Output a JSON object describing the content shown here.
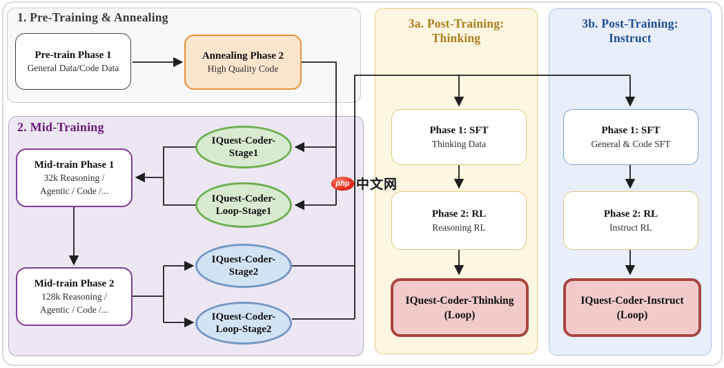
{
  "section1": {
    "title": "1. Pre-Training & Annealing",
    "pretrain": {
      "title": "Pre-train Phase 1",
      "subtitle": "General Data/Code Data"
    },
    "annealing": {
      "title": "Annealing Phase 2",
      "subtitle": "High Quality Code"
    }
  },
  "section2": {
    "title": "2. Mid-Training",
    "phase1": {
      "title": "Mid-train Phase 1",
      "line1": "32k Reasoning /",
      "line2": "Agentic / Code /..."
    },
    "phase2": {
      "title": "Mid-train Phase 2",
      "line1": "128k Reasoning /",
      "line2": "Agentic / Code /..."
    },
    "stage1": {
      "line1": "IQuest-Coder-",
      "line2": "Stage1"
    },
    "loop_stage1": {
      "line1": "IQuest-Coder-",
      "line2": "Loop-Stage1"
    },
    "stage2": {
      "line1": "IQuest-Coder-",
      "line2": "Stage2"
    },
    "loop_stage2": {
      "line1": "IQuest-Coder-",
      "line2": "Loop-Stage2"
    }
  },
  "section3a": {
    "title_line1": "3a. Post-Training:",
    "title_line2": "Thinking",
    "phase1": {
      "title": "Phase 1: SFT",
      "subtitle": "Thinking Data"
    },
    "phase2": {
      "title": "Phase 2: RL",
      "subtitle": "Reasoning RL"
    },
    "result": {
      "line1": "IQuest-Coder-Thinking",
      "line2": "(Loop)"
    }
  },
  "section3b": {
    "title_line1": "3b. Post-Training:",
    "title_line2": "Instruct",
    "phase1": {
      "title": "Phase 1: SFT",
      "subtitle": "General & Code SFT"
    },
    "phase2": {
      "title": "Phase 2: RL",
      "subtitle": "Instruct RL"
    },
    "result": {
      "line1": "IQuest-Coder-Instruct",
      "line2": "(Loop)"
    }
  },
  "watermark": {
    "badge": "php",
    "text": "中文网"
  },
  "palette": {
    "section1_bg": "#f8f8f8",
    "section2_bg": "#ece7f2",
    "section3a_bg": "#fdf6e1",
    "section3b_bg": "#e8eefa",
    "annealing_fill": "#fce5cd",
    "annealing_border": "#e69138",
    "green_fill": "#d8ebd1",
    "green_border": "#72ae53",
    "blue_fill": "#d3e3f6",
    "blue_border": "#7697c4",
    "purple_border": "#7d3c98",
    "purple_title": "#6a1b7a",
    "gold_border": "#e3c77c",
    "gold_title": "#a97d1e",
    "blue_box_border": "#79a3d6",
    "blue_title": "#1f4e96",
    "red_fill": "#f2caca",
    "red_border": "#a8453f",
    "arrow": "#1f1f1f",
    "watermark_red": "#e21b0c"
  }
}
